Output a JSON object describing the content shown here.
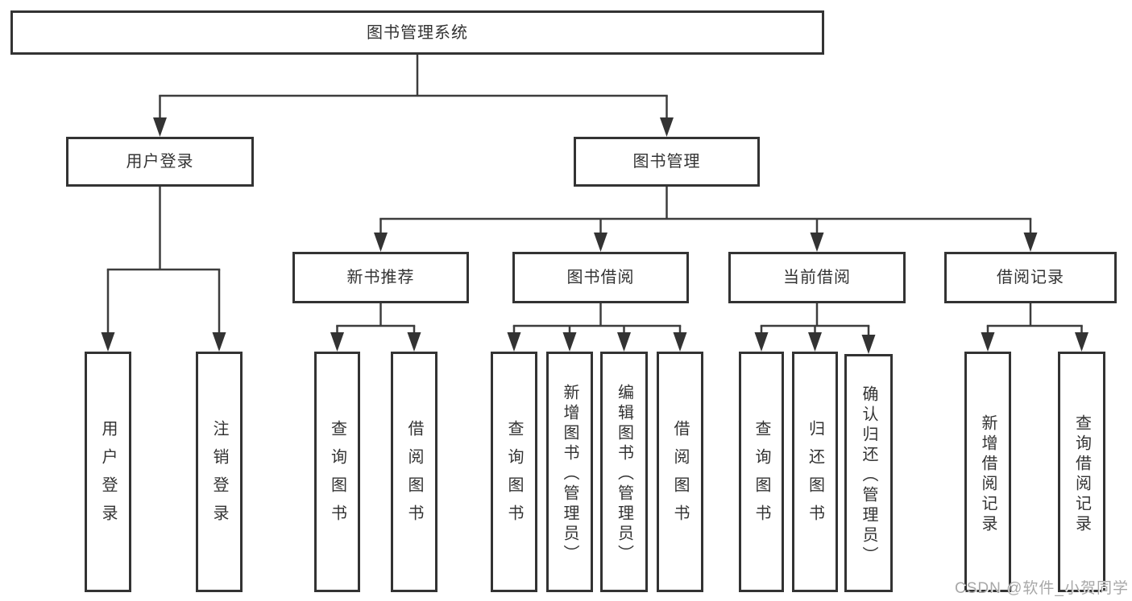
{
  "diagram_title": "图书管理系统",
  "tree": {
    "id": "root",
    "label": "图书管理系统",
    "children": [
      {
        "id": "user-login-group",
        "label": "用户登录",
        "children": [
          {
            "id": "leaf-user-login",
            "label": "用户登录"
          },
          {
            "id": "leaf-logout",
            "label": "注销登录"
          }
        ]
      },
      {
        "id": "book-mgmt",
        "label": "图书管理",
        "children": [
          {
            "id": "new-book-rec",
            "label": "新书推荐",
            "children": [
              {
                "id": "nbr-query",
                "label": "查询图书"
              },
              {
                "id": "nbr-borrow",
                "label": "借阅图书"
              }
            ]
          },
          {
            "id": "book-borrow",
            "label": "图书借阅",
            "children": [
              {
                "id": "bb-query",
                "label": "查询图书"
              },
              {
                "id": "bb-add",
                "label": "新增图书（管理员）"
              },
              {
                "id": "bb-edit",
                "label": "编辑图书（管理员）"
              },
              {
                "id": "bb-borrow",
                "label": "借阅图书"
              }
            ]
          },
          {
            "id": "current-borrow",
            "label": "当前借阅",
            "children": [
              {
                "id": "cb-query",
                "label": "查询图书"
              },
              {
                "id": "cb-return",
                "label": "归还图书"
              },
              {
                "id": "cb-confirm",
                "label": "确认归还（管理员）"
              }
            ]
          },
          {
            "id": "borrow-records",
            "label": "借阅记录",
            "children": [
              {
                "id": "br-add",
                "label": "新增借阅记录"
              },
              {
                "id": "br-query",
                "label": "查询借阅记录"
              }
            ]
          }
        ]
      }
    ]
  },
  "watermark": {
    "text": "CSDN @软件_小贺同学"
  },
  "colors": {
    "line": "#3d3d3d",
    "arrow": "#333333",
    "box_border": "#333333",
    "text": "#333333",
    "background": "#ffffff",
    "watermark": "#a8a8a8"
  }
}
